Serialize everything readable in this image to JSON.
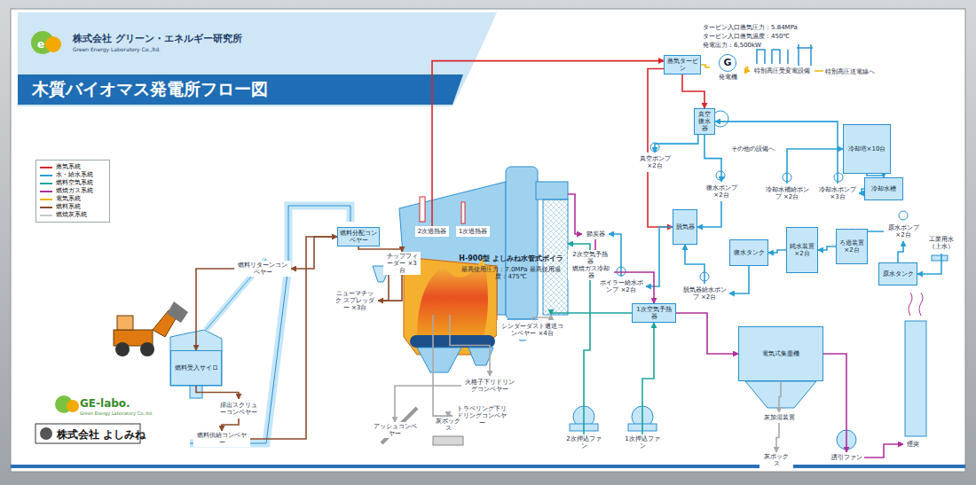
{
  "diagram": {
    "title": "木質バイオマス発電所フロー図",
    "nodes": [
      {
        "text": [
          "蒸気タービン"
        ]
      },
      {
        "text": [
          "G",
          "発電機"
        ]
      },
      {
        "text": [
          "特別高圧受変電設備"
        ]
      },
      {
        "text": [
          "真空復水器"
        ]
      },
      {
        "text": [
          "冷却塔×10台"
        ]
      },
      {
        "text": [
          "真空ポンプ ×2台"
        ]
      },
      {
        "text": [
          "復水ポンプ ×2台"
        ]
      },
      {
        "text": [
          "冷却水補給ポンプ ×2台"
        ]
      },
      {
        "text": [
          "冷却水ポンプ ×3台"
        ]
      },
      {
        "text": [
          "冷却水槽"
        ]
      },
      {
        "text": [
          "脱気器"
        ]
      },
      {
        "text": [
          "原水ポンプ ×2台"
        ]
      },
      {
        "text": [
          "工業用水 （上水）"
        ]
      },
      {
        "text": [
          "復水タンク"
        ]
      },
      {
        "text": [
          "純水装置 ×2台"
        ]
      },
      {
        "text": [
          "ろ過装置 ×2台"
        ]
      },
      {
        "text": [
          "原水タンク"
        ]
      },
      {
        "text": [
          "ボイラー給水ポンプ ×2台"
        ]
      },
      {
        "text": [
          "脱気器給水ポンプ ×2台"
        ]
      },
      {
        "text": [
          "H-900型 よしみね水管式ボイラ",
          "最高使用圧力：7.0MPa 最高使用温度：475℃"
        ]
      },
      {
        "text": [
          "2次過熱器"
        ],
        "in": 19
      },
      {
        "text": [
          "1次過熱器"
        ],
        "in": 19
      },
      {
        "text": [
          "節炭器"
        ]
      },
      {
        "text": [
          "2次空気予熱器"
        ]
      },
      {
        "text": [
          "燃焼ガス冷却器"
        ]
      },
      {
        "text": [
          "1次空気予熱器"
        ]
      },
      {
        "text": [
          "燃料分配コンベヤー"
        ]
      },
      {
        "text": [
          "チップフィーダー ×3台"
        ]
      },
      {
        "text": [
          "燃料リターンコンベヤー"
        ]
      },
      {
        "text": [
          "ニューマチック スプレッダー ×3台"
        ]
      },
      {
        "text": [
          "燃料受入サイロ"
        ]
      },
      {
        "text": [
          "排出スクリューコンベヤー"
        ]
      },
      {
        "text": [
          "燃料供給コンベヤー"
        ]
      },
      {
        "text": [
          "シンダーダスト還送コンベヤー ×4台"
        ]
      },
      {
        "text": [
          "火格子下リドリングコンベヤー"
        ]
      },
      {
        "text": [
          "トラベリング下リドリングコンベヤー"
        ]
      },
      {
        "text": [
          "アッシュコンベヤー"
        ]
      },
      {
        "text": [
          "灰ボックス"
        ]
      },
      {
        "text": [
          "2次押込ファン"
        ]
      },
      {
        "text": [
          "1次押込ファン"
        ]
      },
      {
        "text": [
          "電気式集塵機"
        ]
      },
      {
        "text": [
          "灰加湿装置"
        ]
      },
      {
        "text": [
          "灰ボックス"
        ]
      },
      {
        "text": [
          "誘引ファン"
        ]
      },
      {
        "text": [
          "煙突"
        ]
      }
    ],
    "edges": [
      {
        "from": 20,
        "to": 0,
        "arrow": "to"
      },
      {
        "from": 0,
        "to": 10,
        "arrow": "to"
      },
      {
        "from": 0,
        "to": 3,
        "arrow": "to"
      },
      {
        "from": 0,
        "to": 1,
        "arrow": "none"
      },
      {
        "from": 1,
        "to": 2,
        "arrow": "to"
      },
      {
        "from": 3,
        "to": 5,
        "arrow": "to"
      },
      {
        "from": 3,
        "to": 6,
        "arrow": "to"
      },
      {
        "from": 6,
        "to": 10,
        "arrow": "to"
      },
      {
        "from": 8,
        "to": 3,
        "arrow": "to"
      },
      {
        "from": 4,
        "to": 9,
        "arrow": "to"
      },
      {
        "from": 9,
        "to": 8,
        "arrow": "to"
      },
      {
        "from": 7,
        "to": 4,
        "arrow": "to"
      },
      {
        "from": 12,
        "to": 16,
        "arrow": "to"
      },
      {
        "from": 16,
        "to": 11,
        "arrow": "to"
      },
      {
        "from": 11,
        "to": 15,
        "arrow": "to"
      },
      {
        "from": 15,
        "to": 14,
        "arrow": "to"
      },
      {
        "from": 14,
        "to": 13,
        "arrow": "to"
      },
      {
        "from": 13,
        "to": 18,
        "arrow": "to"
      },
      {
        "from": 18,
        "to": 10,
        "arrow": "to"
      },
      {
        "from": 10,
        "to": 17,
        "arrow": "to"
      },
      {
        "from": 17,
        "to": 22,
        "arrow": "to"
      },
      {
        "from": 39,
        "to": 25,
        "arrow": "to"
      },
      {
        "from": 25,
        "to": 19,
        "arrow": "to"
      },
      {
        "from": 38,
        "to": 23,
        "arrow": "to"
      },
      {
        "from": 23,
        "to": 19,
        "arrow": "to"
      },
      {
        "from": 19,
        "to": 22,
        "arrow": "to"
      },
      {
        "from": 22,
        "to": 24,
        "arrow": "to"
      },
      {
        "from": 24,
        "to": 25,
        "arrow": "to"
      },
      {
        "from": 25,
        "to": 40,
        "arrow": "to"
      },
      {
        "from": 40,
        "to": 43,
        "arrow": "to"
      },
      {
        "from": 43,
        "to": 44,
        "arrow": "to"
      },
      {
        "from": 30,
        "to": 31,
        "arrow": "to"
      },
      {
        "from": 31,
        "to": 32,
        "arrow": "to"
      },
      {
        "from": 32,
        "to": 26,
        "arrow": "to"
      },
      {
        "from": 26,
        "to": 27,
        "arrow": "to"
      },
      {
        "from": 27,
        "to": 29,
        "arrow": "to"
      },
      {
        "from": 29,
        "to": 19,
        "arrow": "to"
      },
      {
        "from": 26,
        "to": 28,
        "arrow": "to"
      },
      {
        "from": 28,
        "to": 30,
        "arrow": "to"
      },
      {
        "from": 19,
        "to": 34,
        "arrow": "to"
      },
      {
        "from": 19,
        "to": 35,
        "arrow": "to"
      },
      {
        "from": 34,
        "to": 36,
        "arrow": "to"
      },
      {
        "from": 35,
        "to": 37,
        "arrow": "to"
      },
      {
        "from": 33,
        "to": 19,
        "arrow": "to"
      },
      {
        "from": 40,
        "to": 41,
        "arrow": "to"
      },
      {
        "from": 41,
        "to": 42,
        "arrow": "to"
      }
    ],
    "labels": [
      "株式会社 グリーン・エネルギー研究所",
      "Green Energy Laboratory Co.,ltd.",
      "タービン入口蒸気圧力：5.84MPa",
      "タービン入口蒸気温度：450℃",
      "発電出力：6,500kW",
      "特別高圧送電線へ",
      "その他の設備へ",
      "GE-labo.",
      "Green Energy Laboratory Co.,ltd.",
      "株式会社 よしみね"
    ],
    "legend": [
      {
        "text": "蒸気系統",
        "color": "#d9262c"
      },
      {
        "text": "水・給水系統",
        "color": "#2a9fd6"
      },
      {
        "text": "燃料空気系統",
        "color": "#1aa39a"
      },
      {
        "text": "燃焼ガス系統",
        "color": "#b0309a"
      },
      {
        "text": "電気系統",
        "color": "#f2b300"
      },
      {
        "text": "燃料系統",
        "color": "#8b4a2b"
      },
      {
        "text": "燃焼灰系統",
        "color": "#c8c8c8"
      }
    ]
  }
}
